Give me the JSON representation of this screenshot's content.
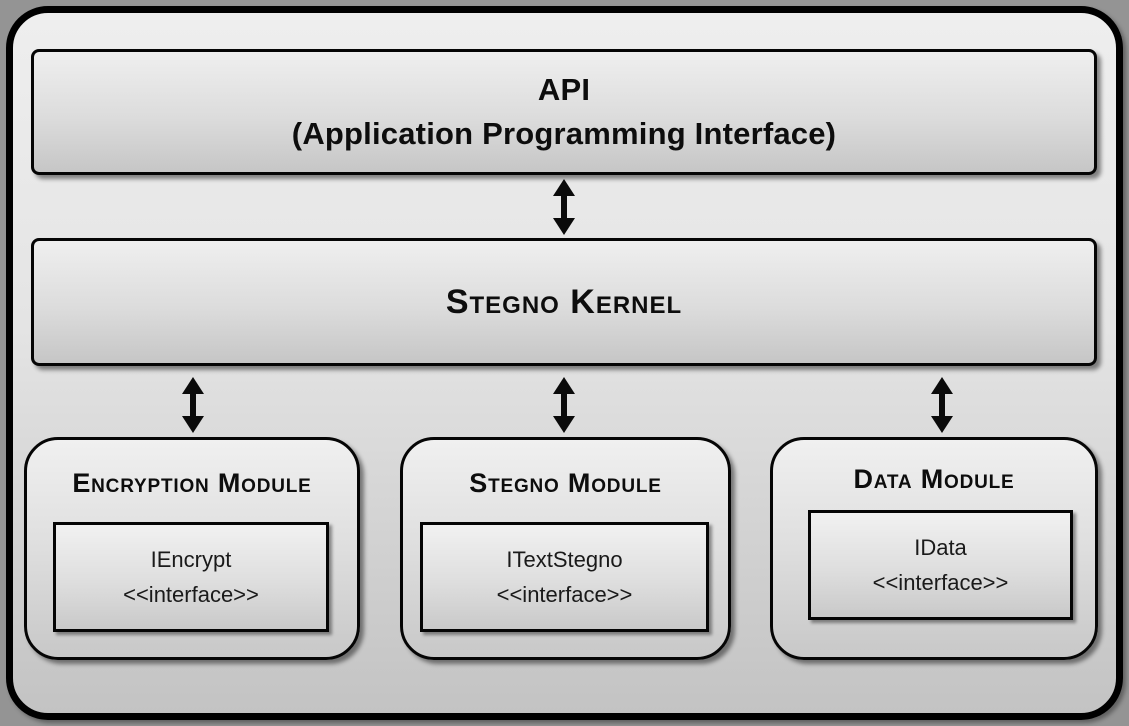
{
  "diagram": {
    "title_box": {
      "title": "API",
      "subtitle": "(Application Programming Interface)"
    },
    "kernel_box": {
      "title": "Stegno Kernel"
    },
    "modules": [
      {
        "title": "Encryption Module",
        "interface_name": "IEncrypt",
        "stereotype": "<<interface>>"
      },
      {
        "title": "Stegno Module",
        "interface_name": "ITextStegno",
        "stereotype": "<<interface>>"
      },
      {
        "title": "Data Module",
        "interface_name": "IData",
        "stereotype": "<<interface>>"
      }
    ],
    "connections": [
      "API <-> Stegno Kernel",
      "Stegno Kernel <-> Encryption Module",
      "Stegno Kernel <-> Stegno Module",
      "Stegno Kernel <-> Data Module"
    ],
    "colors": {
      "outer_background": "#949494",
      "border": "#000000",
      "surface_top": "#efefef",
      "surface_bottom": "#c4c4c4",
      "text": "#0d0d0d"
    }
  }
}
